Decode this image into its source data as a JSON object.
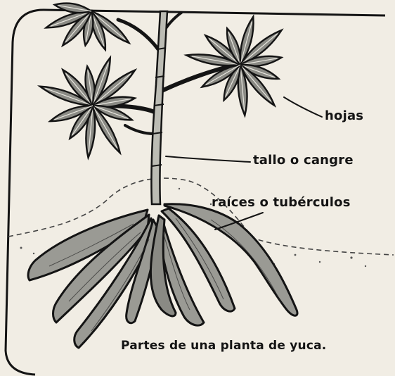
{
  "labels": {
    "leaves": "hojas",
    "stem": "tallo o cangre",
    "roots": "raíces o tubérculos"
  },
  "caption": "Partes de una planta de yuca.",
  "colors": {
    "paper": "#f1ede4",
    "ink": "#141414",
    "leaf_fill": "#8a8a84",
    "root_fill": "#9a9a94",
    "stem_fill": "#bcbcb4"
  }
}
